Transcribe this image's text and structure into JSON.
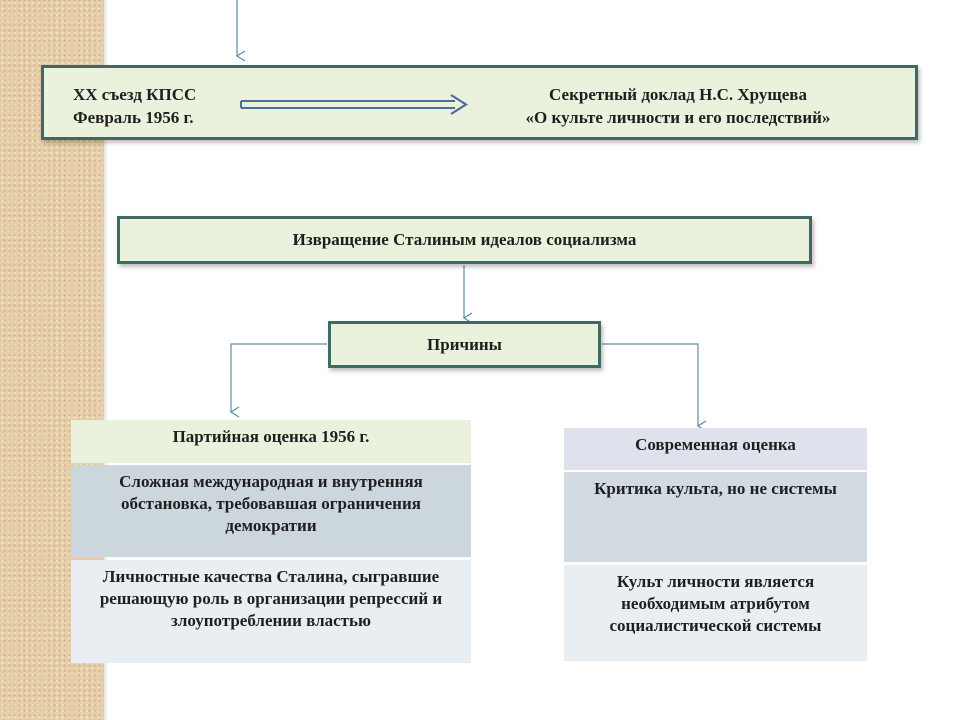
{
  "congress": {
    "left_line1": "XX съезд КПСС",
    "left_line2": "Февраль 1956 г.",
    "right_line1": "Секретный доклад Н.С. Хрущева",
    "right_line2": "«О культе личности и его последствий»"
  },
  "distortion": {
    "label": "Извращение Сталиным идеалов социализма"
  },
  "reasons": {
    "label": "Причины"
  },
  "party_assessment": {
    "header": "Партийная оценка 1956 г.",
    "rows": [
      "Сложная международная и внутренняя обстановка, требовавшая ограничения демократии",
      "Личностные качества Сталина, сыгравшие решающую роль в организации репрессий и злоупотреблении властью"
    ]
  },
  "modern_assessment": {
    "header": "Современная оценка",
    "rows": [
      "Критика культа, но не системы",
      "Культ личности является необходимым атрибутом социалистической системы"
    ]
  },
  "colors": {
    "box_fill": "#eaf1dd",
    "box_border": "#3f6a61",
    "connector": "#5a8fa6",
    "side_strip": "#e6cfa9"
  }
}
